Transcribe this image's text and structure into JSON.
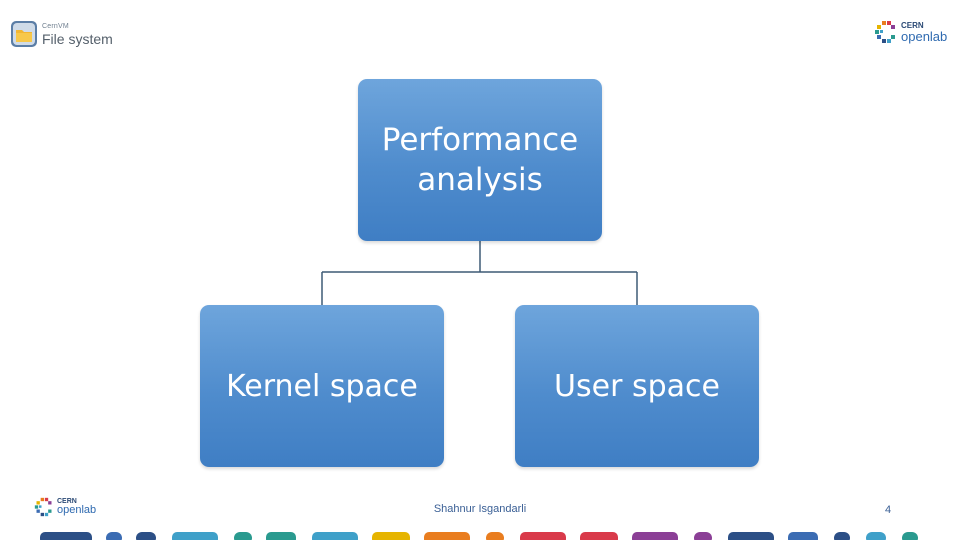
{
  "header": {
    "cvm_logo": {
      "small_text": "CernVM",
      "big_text": "File system"
    },
    "openlab_logo": {
      "cern_text": "CERN",
      "openlab_text": "openlab"
    }
  },
  "diagram": {
    "root": {
      "label_line1": "Performance",
      "label_line2": "analysis"
    },
    "children": [
      {
        "label": "Kernel space"
      },
      {
        "label": "User space"
      }
    ]
  },
  "footer": {
    "openlab_logo": {
      "cern_text": "CERN",
      "openlab_text": "openlab"
    },
    "author": "Shahnur Isgandarli",
    "page_number": "4"
  },
  "colors": {
    "node_fill": "#4f8ccd",
    "node_text": "#ffffff",
    "connector": "#3d5a75",
    "strip": [
      "#2c4f86",
      "#3b6cb3",
      "#2c4f86",
      "#2a9a8f",
      "#3fa0c9",
      "#e6b400",
      "#e97d1f",
      "#d93a4a",
      "#8b3f96",
      "#2c4f86"
    ]
  }
}
